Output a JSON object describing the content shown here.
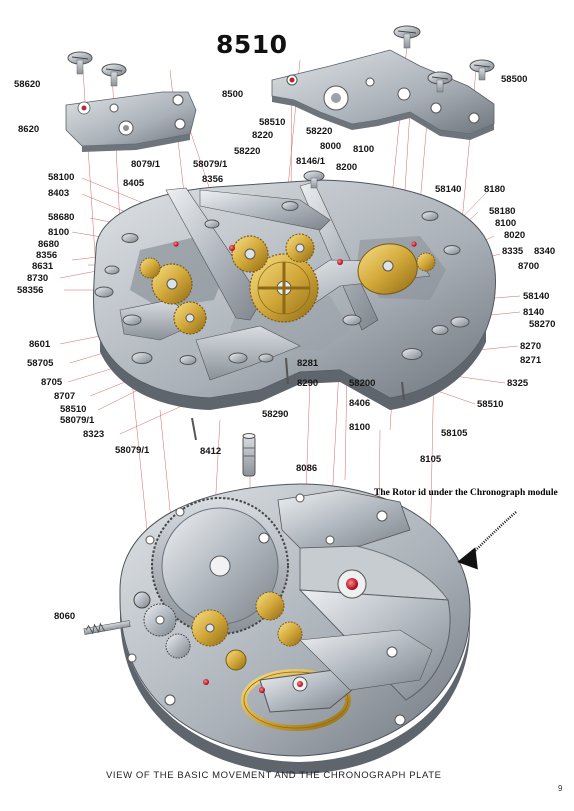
{
  "title": "8510",
  "labels": {
    "l58620": "58620",
    "l8620": "8620",
    "l8500": "8500",
    "l58500": "58500",
    "l58510a": "58510",
    "l8220": "8220",
    "l58220a": "58220",
    "l58220b": "58220",
    "l8079a": "8079/1",
    "l58079a": "58079/1",
    "l8146": "8146/1",
    "l8000": "8000",
    "l8100a": "8100",
    "l8200": "8200",
    "l58100": "58100",
    "l8405": "8405",
    "l8356a": "8356",
    "l8403": "8403",
    "l58680": "58680",
    "l8100b": "8100",
    "l8680": "8680",
    "l8356b": "8356",
    "l8631": "8631",
    "l8730": "8730",
    "l58356": "58356",
    "l58140a": "58140",
    "l8180": "8180",
    "l58180": "58180",
    "l8100c": "8100",
    "l8020": "8020",
    "l8335": "8335",
    "l8340": "8340",
    "l8700": "8700",
    "l58140b": "58140",
    "l8140": "8140",
    "l58270": "58270",
    "l8270": "8270",
    "l8271": "8271",
    "l8601": "8601",
    "l58705": "58705",
    "l8705": "8705",
    "l8707": "8707",
    "l58510b": "58510",
    "l58079b": "58079/1",
    "l8323": "8323",
    "l58079c": "58079/1",
    "l8412": "8412",
    "l58290": "58290",
    "l8281": "8281",
    "l8290": "8290",
    "l58200": "58200",
    "l8406": "8406",
    "l8100d": "8100",
    "l8325": "8325",
    "l58510c": "58510",
    "l58105": "58105",
    "l8105": "8105",
    "l8086": "8086",
    "l8060": "8060"
  },
  "annotation": "The Rotor id under the Chronograph module",
  "caption": "VIEW OF THE BASIC MOVEMENT AND THE CHRONOGRAPH PLATE",
  "page_number": "9"
}
